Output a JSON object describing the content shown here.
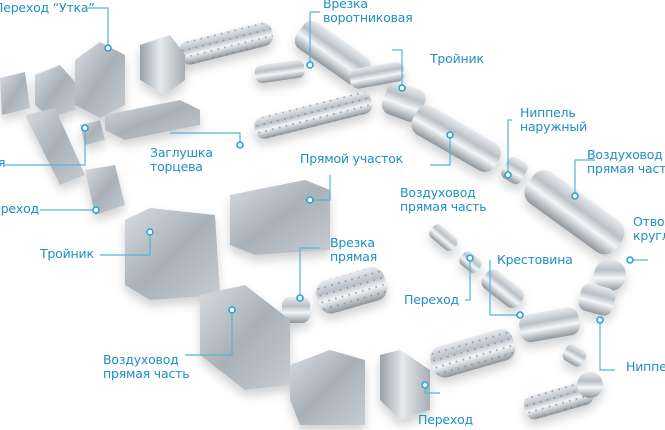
{
  "diagram": {
    "accent_color": "#1f8fc4",
    "line_color": "#4fb6d8",
    "labels": [
      {
        "id": "perehod-utka",
        "lines": [
          "Переход “Утка”"
        ]
      },
      {
        "id": "vrezka-vorotnikovaya",
        "lines": [
          "Врезка",
          "воротниковая"
        ]
      },
      {
        "id": "troynik-round",
        "lines": [
          "Тройник"
        ]
      },
      {
        "id": "nippel-naruzhny",
        "lines": [
          "Ниппель",
          "наружный"
        ]
      },
      {
        "id": "vozduhovod-right",
        "lines": [
          "Воздуховод",
          "прямая часть"
        ]
      },
      {
        "id": "vozduhovod-mid",
        "lines": [
          "Воздуховод",
          "прямая часть"
        ]
      },
      {
        "id": "otvod-krugly",
        "lines": [
          "Отвод",
          "круглый"
        ]
      },
      {
        "id": "zaglushka",
        "lines": [
          "Заглушка",
          "торцева"
        ]
      },
      {
        "id": "left-cut",
        "lines": [
          "я"
        ]
      },
      {
        "id": "perehod-left",
        "lines": [
          "Переход"
        ]
      },
      {
        "id": "pryamoy-uchastok",
        "lines": [
          "Прямой участок"
        ]
      },
      {
        "id": "vrezka-pryamaya",
        "lines": [
          "Врезка",
          "прямая"
        ]
      },
      {
        "id": "krestovina",
        "lines": [
          "Крестовина"
        ]
      },
      {
        "id": "troynik-rect",
        "lines": [
          "Тройник"
        ]
      },
      {
        "id": "perehod-mid",
        "lines": [
          "Переход"
        ]
      },
      {
        "id": "vozduhovod-rect",
        "lines": [
          "Воздуховод",
          "прямая часть"
        ]
      },
      {
        "id": "nippel-right",
        "lines": [
          "Ниппель"
        ]
      },
      {
        "id": "perehod-bottom",
        "lines": [
          "Переход"
        ]
      }
    ]
  }
}
